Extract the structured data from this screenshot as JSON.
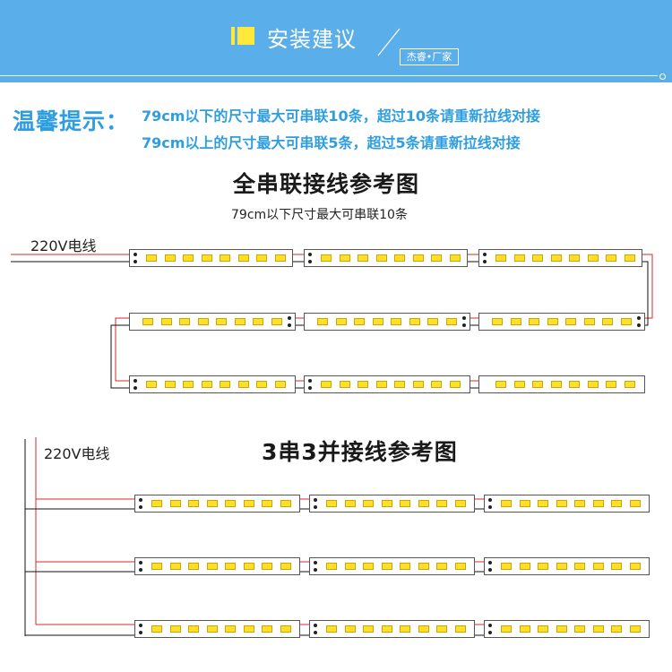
{
  "banner": {
    "title": "安装建议",
    "badge": "杰睿•厂家",
    "colors": {
      "background": "#5aaeea",
      "accent": "#ffe83a"
    }
  },
  "tip": {
    "label": "温馨提示：",
    "line1": "79cm以下的尺寸最大可串联10条，超过10条请重新拉线对接",
    "line2": "79cm以上的尺寸最大可串联5条，超过5条请重新拉线对接",
    "color": "#2f9ee0"
  },
  "series_diagram": {
    "title": "全串联接线参考图",
    "subtitle": "79cm以下尺寸最大可串联10条",
    "power_label": "220V电线"
  },
  "parallel_diagram": {
    "title": "3串3并接线参考图",
    "power_label": "220V电线"
  },
  "legend_colors": {
    "live_wire": "#d92a2a",
    "neutral_wire": "#111111",
    "led_chip": "#ffdf2a"
  }
}
